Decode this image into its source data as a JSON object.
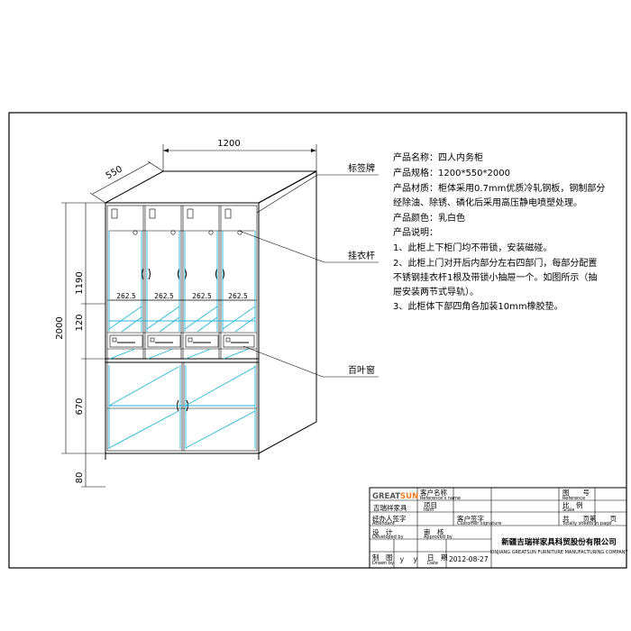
{
  "product": {
    "name_line": "产品名称：四人内务柜",
    "spec_line": "产品规格：1200*550*2000",
    "material_line1": "产品材质：柜体采用0.7mm优质冷轧钢板，钢制部分",
    "material_line2": "经除油、除锈、磷化后采用高压静电喷塑处理。",
    "color_line": "产品颜色：乳白色",
    "desc_title": "产品说明：",
    "desc1": "1、此柜上下柜门均不带锁，安装磁碰。",
    "desc2a": "2、此柜上门对开后内部分左右四部门，每部分配置",
    "desc2b": "不锈钢挂衣杆1根及带锁小抽屉一个。如图所示（抽",
    "desc2c": "屉安装两节式导轨）。",
    "desc3": "3、此柜体下部四角各加装10mm橡胶垫。"
  },
  "callouts": {
    "label_plate": "标签牌",
    "hanger_rod": "挂衣杆",
    "louver": "百叶窗"
  },
  "dimensions": {
    "width": "1200",
    "depth": "550",
    "height": "2000",
    "upper": "1190",
    "drawer": "120",
    "lower": "670",
    "base": "80",
    "compartment": "262.5"
  },
  "title_block": {
    "brand_left": "GREAT",
    "brand_right": "SUN",
    "company_short": "吉瑞祥家具",
    "customer_name": "客户名称",
    "customer_name_en": "Reference's name",
    "drawing_no": "图　　号",
    "drawing_no_en": "Reference",
    "project": "项目",
    "project_en": "Item",
    "scale": "比　例",
    "scale_en": "Scale",
    "office_sign": "经办人签字",
    "office_sign_en": "Attendant",
    "customer_sign": "客户签字",
    "customer_sign_en": "Customer signature",
    "total_sheets": "共　　页第　　页",
    "total_sheets_en": "Totally sheets  In page",
    "designer": "设　计",
    "designer_en": "Developed by",
    "reviewer": "审　核",
    "reviewer_en": "Approved by",
    "company_full": "新疆吉瑞祥家具科贸股份有限公司",
    "company_en": "XINJIANG GREATSUN FURNITURE MANUFACTURING COMPANY",
    "drafter": "制　图",
    "drafter_en": "Drawn by",
    "drafter_value": "ｙ　ｙ",
    "date": "日　期",
    "date_en": "Date",
    "date_value": "2012-08-27"
  },
  "colors": {
    "line": "#000000",
    "glass": "#29b6d8",
    "brand_orange": "#f07820"
  }
}
